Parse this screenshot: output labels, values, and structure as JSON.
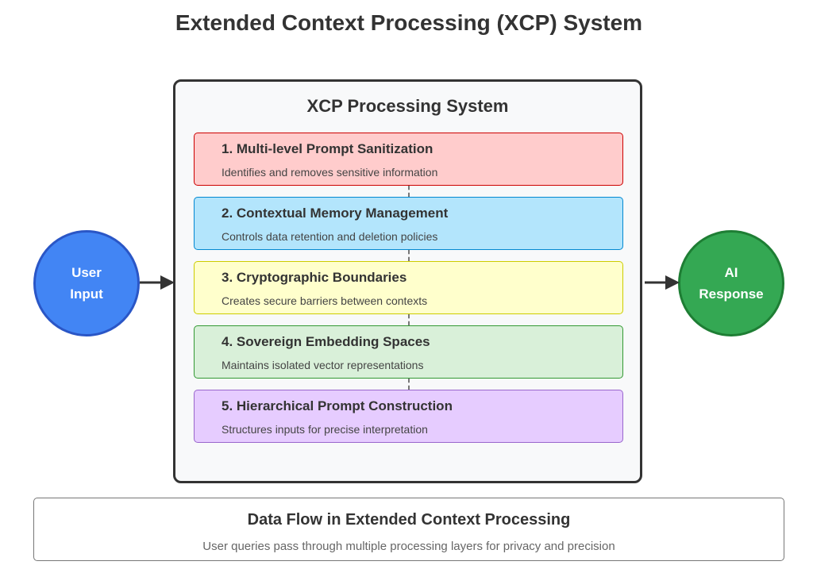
{
  "title": "Extended Context Processing (XCP) System",
  "system": {
    "title": "XCP Processing System"
  },
  "layers": [
    {
      "title": "1. Multi-level Prompt Sanitization",
      "description": "Identifies and removes sensitive information",
      "fill": "#ffcccc",
      "stroke": "#cc0000"
    },
    {
      "title": "2. Contextual Memory Management",
      "description": "Controls data retention and deletion policies",
      "fill": "#b3e5fc",
      "stroke": "#0288d1"
    },
    {
      "title": "3. Cryptographic Boundaries",
      "description": "Creates secure barriers between contexts",
      "fill": "#ffffcc",
      "stroke": "#cccc00"
    },
    {
      "title": "4. Sovereign Embedding Spaces",
      "description": "Maintains isolated vector representations",
      "fill": "#d9f0d9",
      "stroke": "#339933"
    },
    {
      "title": "5. Hierarchical Prompt Construction",
      "description": "Structures inputs for precise interpretation",
      "fill": "#e6ccff",
      "stroke": "#9966cc"
    }
  ],
  "input_node": {
    "label": "User\nInput",
    "fill": "#4285f4",
    "stroke": "#2a56c6"
  },
  "output_node": {
    "label": "AI\nResponse",
    "fill": "#34a853",
    "stroke": "#1e7e34"
  },
  "footer": {
    "title": "Data Flow in Extended Context Processing",
    "description": "User queries pass through multiple processing layers for privacy and precision"
  }
}
